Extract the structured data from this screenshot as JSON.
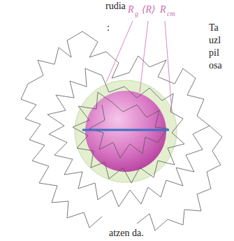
{
  "diagram": {
    "labels": [
      "rudia",
      ":",
      "Ta",
      "uzl",
      "pil",
      "osa",
      "atzen da.",
      "R",
      "g",
      "⟨R⟩",
      "R",
      "cm"
    ]
  }
}
